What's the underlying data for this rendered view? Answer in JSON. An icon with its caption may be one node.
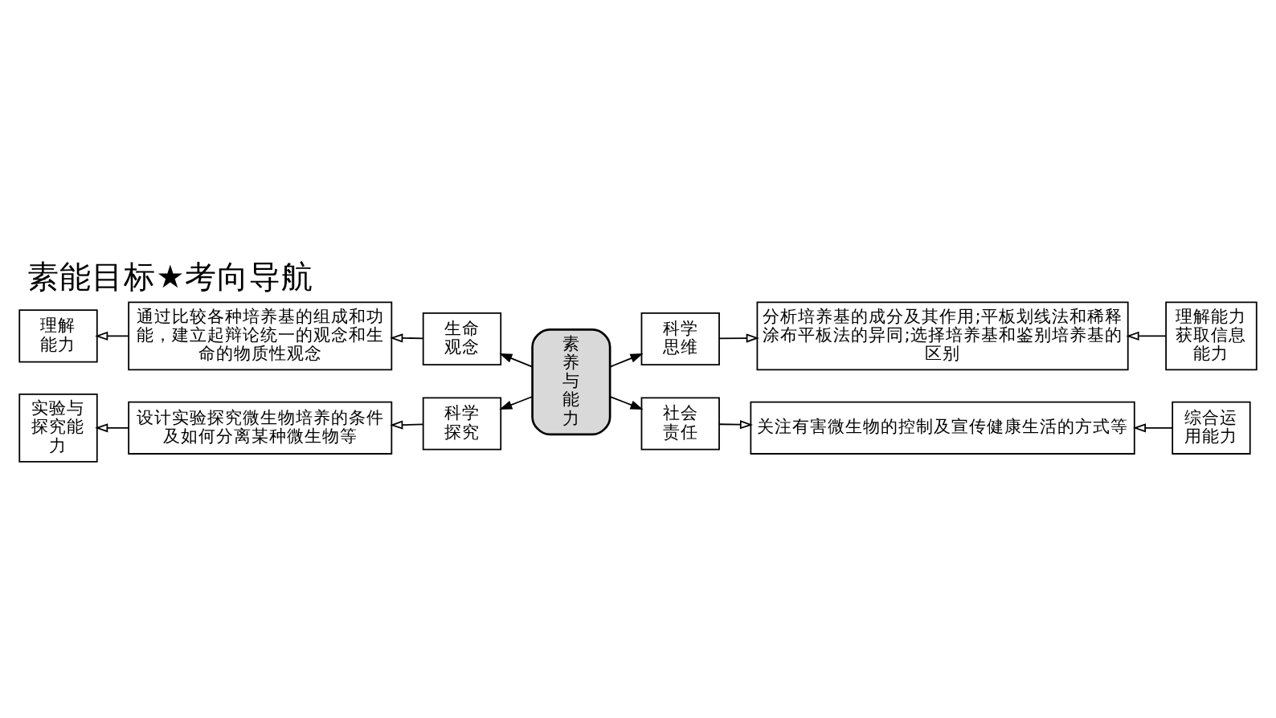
{
  "diagram": {
    "title": "素能目标★考向导航",
    "nodes": [
      {
        "text": [
          "素养与能力"
        ]
      },
      {
        "text": [
          "生命观念"
        ]
      },
      {
        "text": [
          "通过比较各种培养基的组成和功能，建立起辩论统一的观念和生命的物质性观念"
        ]
      },
      {
        "text": [
          "理解能力"
        ]
      },
      {
        "text": [
          "科学探究"
        ]
      },
      {
        "text": [
          "设计实验探究微生物培养的条件及如何分离某种微生物等"
        ]
      },
      {
        "text": [
          "实验与探究能力"
        ]
      },
      {
        "text": [
          "科学思维"
        ]
      },
      {
        "text": [
          "分析培养基的成分及其作用;平板划线法和稀释涂布平板法的异同;选择培养基和鉴别培养基的区别"
        ]
      },
      {
        "text": [
          "理解能力获取信息能力"
        ]
      },
      {
        "text": [
          "社会责任"
        ]
      },
      {
        "text": [
          "关注有害微生物的控制及宣传健康生活的方式等"
        ]
      },
      {
        "text": [
          "综合运用能力"
        ]
      }
    ],
    "edges": [
      {
        "from": 0,
        "to": 1,
        "arrow": "to"
      },
      {
        "from": 1,
        "to": 2,
        "arrow": "to"
      },
      {
        "from": 2,
        "to": 3,
        "arrow": "to"
      },
      {
        "from": 0,
        "to": 4,
        "arrow": "to"
      },
      {
        "from": 4,
        "to": 5,
        "arrow": "to"
      },
      {
        "from": 5,
        "to": 6,
        "arrow": "to"
      },
      {
        "from": 0,
        "to": 7,
        "arrow": "to"
      },
      {
        "from": 7,
        "to": 8,
        "arrow": "to"
      },
      {
        "from": 9,
        "to": 8,
        "arrow": "to"
      },
      {
        "from": 0,
        "to": 10,
        "arrow": "to"
      },
      {
        "from": 10,
        "to": 11,
        "arrow": "to"
      },
      {
        "from": 12,
        "to": 11,
        "arrow": "to"
      }
    ]
  }
}
